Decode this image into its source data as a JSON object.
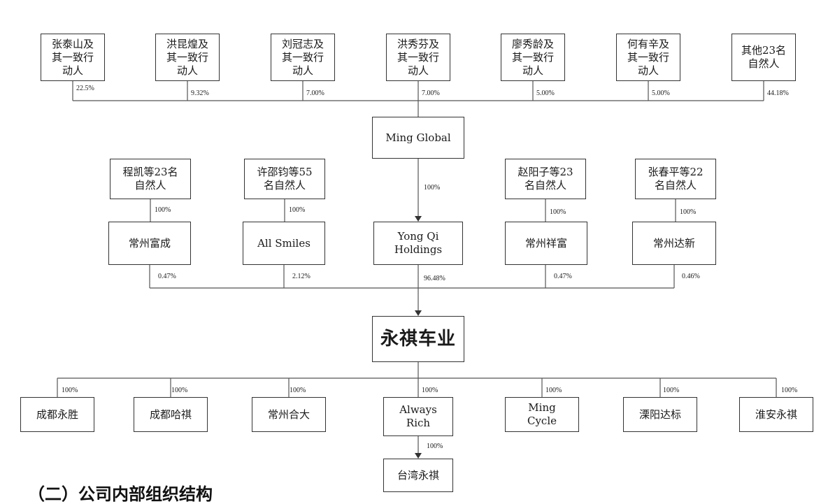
{
  "shareholders": [
    {
      "label": "张泰山及\n其一致行\n动人",
      "pct": "22.5%"
    },
    {
      "label": "洪昆煌及\n其一致行\n动人",
      "pct": "9.32%"
    },
    {
      "label": "刘冠志及\n其一致行\n动人",
      "pct": "7.00%"
    },
    {
      "label": "洪秀芬及\n其一致行\n动人",
      "pct": "7.00%"
    },
    {
      "label": "廖秀龄及\n其一致行\n动人",
      "pct": "5.00%"
    },
    {
      "label": "何有辛及\n其一致行\n动人",
      "pct": "5.00%"
    },
    {
      "label": "其他23名\n自然人",
      "pct": "44.18%"
    }
  ],
  "ming_global": {
    "label": "Ming Global",
    "pct": "100%"
  },
  "holders_top": [
    {
      "label": "程凯等23名\n自然人",
      "pct": "100%"
    },
    {
      "label": "许邵钧等55\n名自然人",
      "pct": "100%"
    },
    {
      "label": "赵阳子等23\n名自然人",
      "pct": "100%"
    },
    {
      "label": "张春平等22\n名自然人",
      "pct": "100%"
    }
  ],
  "holders": [
    {
      "label": "常州富成",
      "pct": "0.47%"
    },
    {
      "label": "All Smiles",
      "pct": "2.12%"
    },
    {
      "label": "Yong Qi\nHoldings",
      "pct": "96.48%"
    },
    {
      "label": "常州祥富",
      "pct": "0.47%"
    },
    {
      "label": "常州达新",
      "pct": "0.46%"
    }
  ],
  "company": {
    "label": "永祺车业"
  },
  "subsidiaries": [
    {
      "label": "成都永胜",
      "pct": "100%"
    },
    {
      "label": "成都哈祺",
      "pct": "100%"
    },
    {
      "label": "常州合大",
      "pct": "100%"
    },
    {
      "label": "Always\nRich",
      "pct": "100%"
    },
    {
      "label": "Ming\nCycle",
      "pct": "100%"
    },
    {
      "label": "溧阳达标",
      "pct": "100%"
    },
    {
      "label": "淮安永祺",
      "pct": "100%"
    }
  ],
  "sub_subsidiary": {
    "label": "台湾永祺",
    "pct": "100%"
  },
  "section_heading": "（二）公司内部组织结构"
}
